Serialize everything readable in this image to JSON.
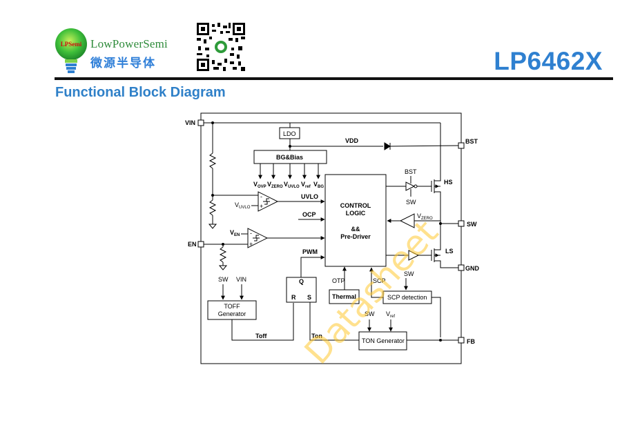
{
  "header": {
    "brand_latin": "LowPowerSemi",
    "brand_cn": "微源半导体",
    "logo_badge": "LPSemi",
    "part_number": "LP6462X"
  },
  "section_title": "Functional Block Diagram",
  "watermark": "Datasheet",
  "colors": {
    "accent_blue": "#2f80d0",
    "brand_green": "#2e8b3a",
    "watermark": "#ffc832"
  },
  "diagram": {
    "pins": {
      "vin": "VIN",
      "en": "EN",
      "bst": "BST",
      "sw": "SW",
      "gnd": "GND",
      "fb": "FB"
    },
    "blocks": {
      "ldo": "LDO",
      "bg_bias": "BG&Bias",
      "control_1": "CONTROL",
      "control_2": "LOGIC",
      "control_3": "&&",
      "control_4": "Pre-Driver",
      "toff_1": "TOFF",
      "toff_2": "Generator",
      "thermal": "Thermal",
      "scp_detection": "SCP detection",
      "ton_generator": "TON Generator",
      "latch_q": "Q",
      "latch_r": "R",
      "latch_s": "S"
    },
    "signals": {
      "vdd": "VDD",
      "uvlo": "UVLO",
      "ocp": "OCP",
      "pwm": "PWM",
      "otp": "OTP",
      "scp": "SCP",
      "toff": "Toff",
      "ton": "Ton",
      "hs": "HS",
      "ls": "LS",
      "bst_small": "BST",
      "sw_small": "SW",
      "sw_toff": "SW",
      "vin_toff": "VIN",
      "sw_scp": "SW",
      "sw_ton": "SW",
      "plus": "+",
      "minus": "-"
    },
    "refs": {
      "v": "V",
      "ovp": "OVP",
      "zero": "ZERO",
      "uvlo": "UVLO",
      "ref": "ref",
      "bg": "BG",
      "en": "EN"
    }
  }
}
